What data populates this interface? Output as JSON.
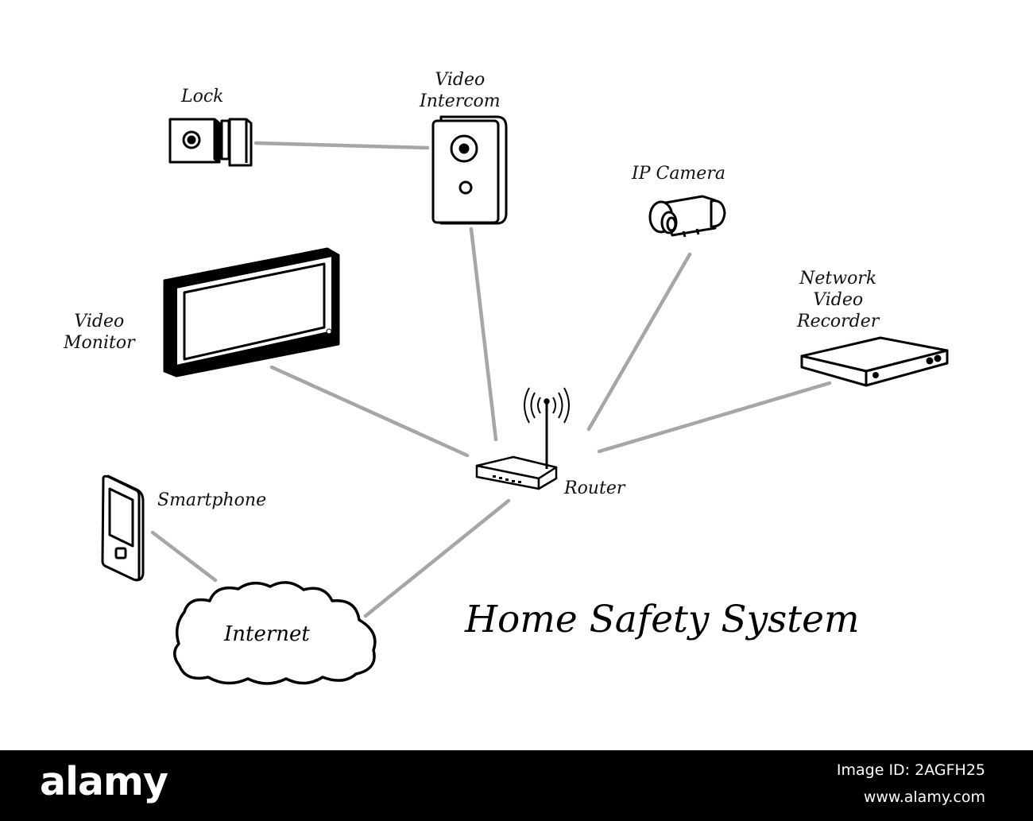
{
  "diagram": {
    "title": "Home Safety System",
    "devices": {
      "lock": "Lock",
      "video_intercom": [
        "Video",
        "Intercom"
      ],
      "ip_camera": "IP Camera",
      "video_monitor": [
        "Video",
        "Monitor"
      ],
      "nvr": [
        "Network",
        "Video",
        "Recorder"
      ],
      "router": "Router",
      "smartphone": "Smartphone",
      "internet": "Internet"
    },
    "connection_color": "#a6a6a6"
  },
  "footer": {
    "logo": "alamy",
    "image_id": "Image ID: 2AGFH25",
    "site": "www.alamy.com"
  }
}
